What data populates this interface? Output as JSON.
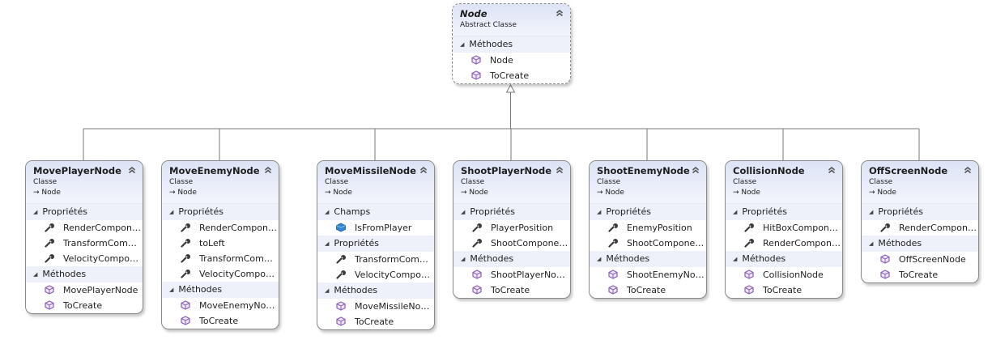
{
  "icons": {
    "method": "method-cube-icon",
    "property": "wrench-property-icon",
    "field": "field-cube-icon",
    "collapse": "double-chevron-up-icon",
    "inherit": "inheritance-arrow-icon",
    "section_toggle": "triangle-down-icon"
  },
  "colors": {
    "header_top": "#dde3f6",
    "section_bg": "#eef1f9",
    "method_icon": "#8b5fb8",
    "field_icon": "#1e73be",
    "line": "#7a7a7a"
  },
  "base_class": {
    "name": "Node",
    "kind": "Abstract Classe",
    "sections": [
      {
        "label": "Méthodes",
        "items": [
          {
            "text": "Node",
            "icon": "method"
          },
          {
            "text": "ToCreate",
            "icon": "method"
          }
        ]
      }
    ]
  },
  "classes": [
    {
      "name": "MovePlayerNode",
      "kind": "Classe",
      "base": "Node",
      "sections": [
        {
          "label": "Propriétés",
          "items": [
            {
              "text": "RenderCompon…",
              "icon": "property"
            },
            {
              "text": "TransformCom…",
              "icon": "property"
            },
            {
              "text": "VelocityCompo…",
              "icon": "property"
            }
          ]
        },
        {
          "label": "Méthodes",
          "items": [
            {
              "text": "MovePlayerNode",
              "icon": "method"
            },
            {
              "text": "ToCreate",
              "icon": "method"
            }
          ]
        }
      ]
    },
    {
      "name": "MoveEnemyNode",
      "kind": "Classe",
      "base": "Node",
      "sections": [
        {
          "label": "Propriétés",
          "items": [
            {
              "text": "RenderCompon…",
              "icon": "property"
            },
            {
              "text": "toLeft",
              "icon": "property"
            },
            {
              "text": "TransformCom…",
              "icon": "property"
            },
            {
              "text": "VelocityCompo…",
              "icon": "property"
            }
          ]
        },
        {
          "label": "Méthodes",
          "items": [
            {
              "text": "MoveEnemyNo…",
              "icon": "method"
            },
            {
              "text": "ToCreate",
              "icon": "method"
            }
          ]
        }
      ]
    },
    {
      "name": "MoveMissileNode",
      "kind": "Classe",
      "base": "Node",
      "sections": [
        {
          "label": "Champs",
          "items": [
            {
              "text": "IsFromPlayer",
              "icon": "field"
            }
          ]
        },
        {
          "label": "Propriétés",
          "items": [
            {
              "text": "TransformCom…",
              "icon": "property"
            },
            {
              "text": "VelocityCompo…",
              "icon": "property"
            }
          ]
        },
        {
          "label": "Méthodes",
          "items": [
            {
              "text": "MoveMissileNo…",
              "icon": "method"
            },
            {
              "text": "ToCreate",
              "icon": "method"
            }
          ]
        }
      ]
    },
    {
      "name": "ShootPlayerNode",
      "kind": "Classe",
      "base": "Node",
      "sections": [
        {
          "label": "Propriétés",
          "items": [
            {
              "text": "PlayerPosition",
              "icon": "property"
            },
            {
              "text": "ShootCompone…",
              "icon": "property"
            }
          ]
        },
        {
          "label": "Méthodes",
          "items": [
            {
              "text": "ShootPlayerNo…",
              "icon": "method"
            },
            {
              "text": "ToCreate",
              "icon": "method"
            }
          ]
        }
      ]
    },
    {
      "name": "ShootEnemyNode",
      "kind": "Classe",
      "base": "Node",
      "sections": [
        {
          "label": "Propriétés",
          "items": [
            {
              "text": "EnemyPosition",
              "icon": "property"
            },
            {
              "text": "ShootCompone…",
              "icon": "property"
            }
          ]
        },
        {
          "label": "Méthodes",
          "items": [
            {
              "text": "ShootEnemyNo…",
              "icon": "method"
            },
            {
              "text": "ToCreate",
              "icon": "method"
            }
          ]
        }
      ]
    },
    {
      "name": "CollisionNode",
      "kind": "Classe",
      "base": "Node",
      "sections": [
        {
          "label": "Propriétés",
          "items": [
            {
              "text": "HitBoxCompon…",
              "icon": "property"
            },
            {
              "text": "RenderCompon…",
              "icon": "property"
            }
          ]
        },
        {
          "label": "Méthodes",
          "items": [
            {
              "text": "CollisionNode",
              "icon": "method"
            },
            {
              "text": "ToCreate",
              "icon": "method"
            }
          ]
        }
      ]
    },
    {
      "name": "OffScreenNode",
      "kind": "Classe",
      "base": "Node",
      "sections": [
        {
          "label": "Propriétés",
          "items": [
            {
              "text": "RenderCompon…",
              "icon": "property"
            }
          ]
        },
        {
          "label": "Méthodes",
          "items": [
            {
              "text": "OffScreenNode",
              "icon": "method"
            },
            {
              "text": "ToCreate",
              "icon": "method"
            }
          ]
        }
      ]
    }
  ]
}
